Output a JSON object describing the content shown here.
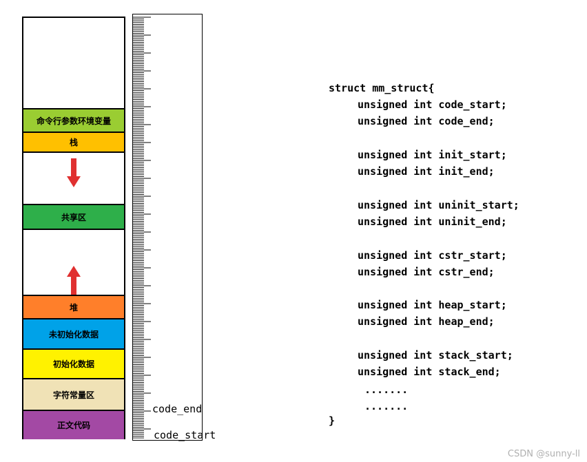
{
  "memory_layout": {
    "segments": [
      {
        "id": "args-env",
        "label": "命令行参数环境变量",
        "color": "#9ACD32"
      },
      {
        "id": "stack",
        "label": "栈",
        "color": "#FFC000"
      },
      {
        "id": "shared",
        "label": "共享区",
        "color": "#2EAF4A"
      },
      {
        "id": "heap",
        "label": "堆",
        "color": "#FF7F2A"
      },
      {
        "id": "bss",
        "label": "未初始化数据",
        "color": "#00A2E8"
      },
      {
        "id": "data",
        "label": "初始化数据",
        "color": "#FFF200"
      },
      {
        "id": "rodata",
        "label": "字符常量区",
        "color": "#F0E2B6"
      },
      {
        "id": "text",
        "label": "正文代码",
        "color": "#A349A4"
      }
    ],
    "stack_arrow": "down",
    "heap_arrow": "up",
    "arrow_color": "#E03030"
  },
  "address_scale": {
    "code_end_label": "code_end",
    "code_start_label": "code_start"
  },
  "code": {
    "struct_open": "struct mm_struct{",
    "fields": [
      "unsigned int code_start;",
      "unsigned int code_end;",
      "unsigned int init_start;",
      "unsigned int init_end;",
      "unsigned int uninit_start;",
      "unsigned int uninit_end;",
      "unsigned int cstr_start;",
      "unsigned int cstr_end;",
      "unsigned int heap_start;",
      "unsigned int heap_end;",
      "unsigned int stack_start;",
      "unsigned int stack_end;"
    ],
    "ellipsis_1": ".......",
    "ellipsis_2": ".......",
    "struct_close": "}"
  },
  "watermark": "CSDN @sunny-ll"
}
